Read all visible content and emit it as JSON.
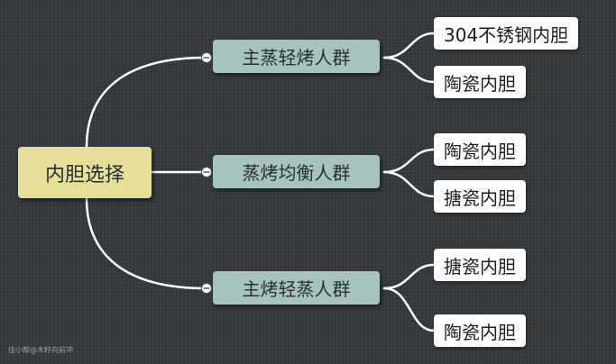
{
  "colors": {
    "background": "#33383b",
    "connector": "#ffffff",
    "root_fill": "#e6df97",
    "branch_fill": "#a6c4bd",
    "leaf_fill": "#ffffff"
  },
  "mindmap": {
    "root": {
      "label": "内胆选择"
    },
    "branches": [
      {
        "label": "主蒸轻烤人群",
        "leaves": [
          {
            "label": "304不锈钢内胆"
          },
          {
            "label": "陶瓷内胆"
          }
        ]
      },
      {
        "label": "蒸烤均衡人群",
        "leaves": [
          {
            "label": "陶瓷内胆"
          },
          {
            "label": "搪瓷内胆"
          }
        ]
      },
      {
        "label": "主烤轻蒸人群",
        "leaves": [
          {
            "label": "搪瓷内胆"
          },
          {
            "label": "陶瓷内胆"
          }
        ]
      }
    ]
  },
  "watermark": {
    "text": "佳小帮@木籽向前冲"
  }
}
